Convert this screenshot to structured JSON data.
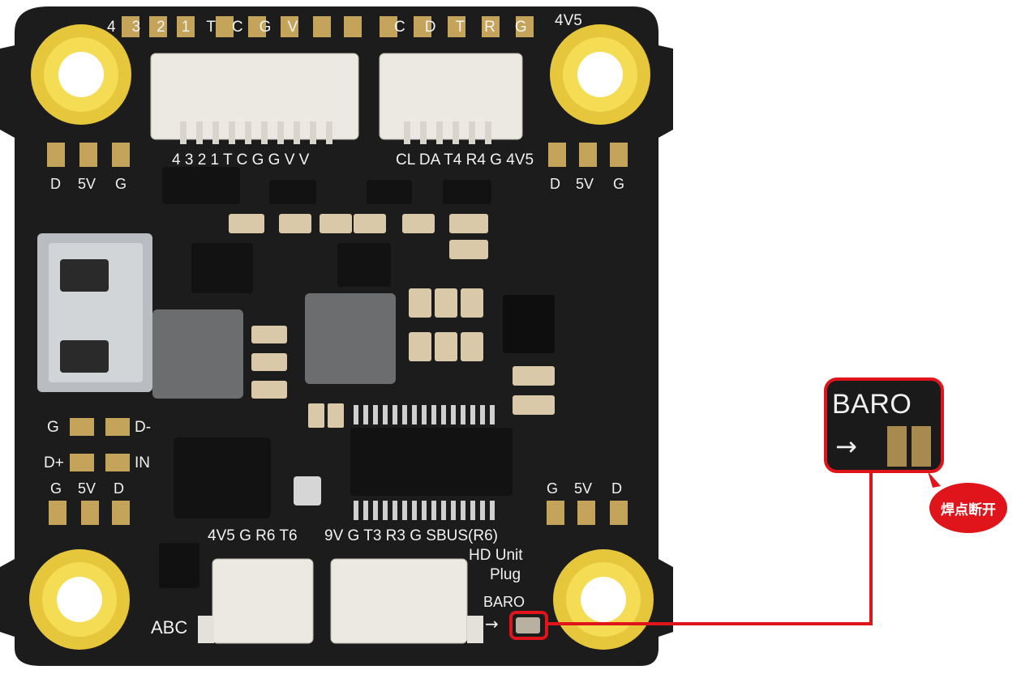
{
  "board": {
    "top_left_header": [
      "4",
      "3",
      "2",
      "1",
      "T",
      "C",
      "G",
      "V"
    ],
    "top_right_header": [
      "C",
      "D",
      "T",
      "R",
      "G"
    ],
    "top_right_header_suffix": "4V5",
    "connector_left_label": "4 3 2 1 T C G G V V",
    "connector_right_label": "CL DA T4 R4 G 4V5",
    "pads_top_left": [
      "D",
      "5V",
      "G"
    ],
    "pads_top_right": [
      "D",
      "5V",
      "G"
    ],
    "pads_usb": [
      "G",
      "D-",
      "D+",
      "IN"
    ],
    "pads_bottom_left": [
      "G",
      "5V",
      "D"
    ],
    "pads_bottom_right": [
      "G",
      "5V",
      "D"
    ],
    "connector_bottom_left_label": "4V5 G R6 T6",
    "connector_bottom_right_label": "9V G T3 R3 G SBUS(R6)",
    "hd_unit_line1": "HD Unit",
    "hd_unit_line2": "Plug",
    "baro_label": "BARO",
    "baro_arrow": "→",
    "abc_label": "ABC"
  },
  "zoom": {
    "title": "BARO",
    "arrow": "→"
  },
  "callout": {
    "text": "焊点断开"
  },
  "colors": {
    "board": "#1c1c1c",
    "gold": "#c4a35a",
    "standoff": "#f0d44a",
    "accent": "#e0141b"
  }
}
